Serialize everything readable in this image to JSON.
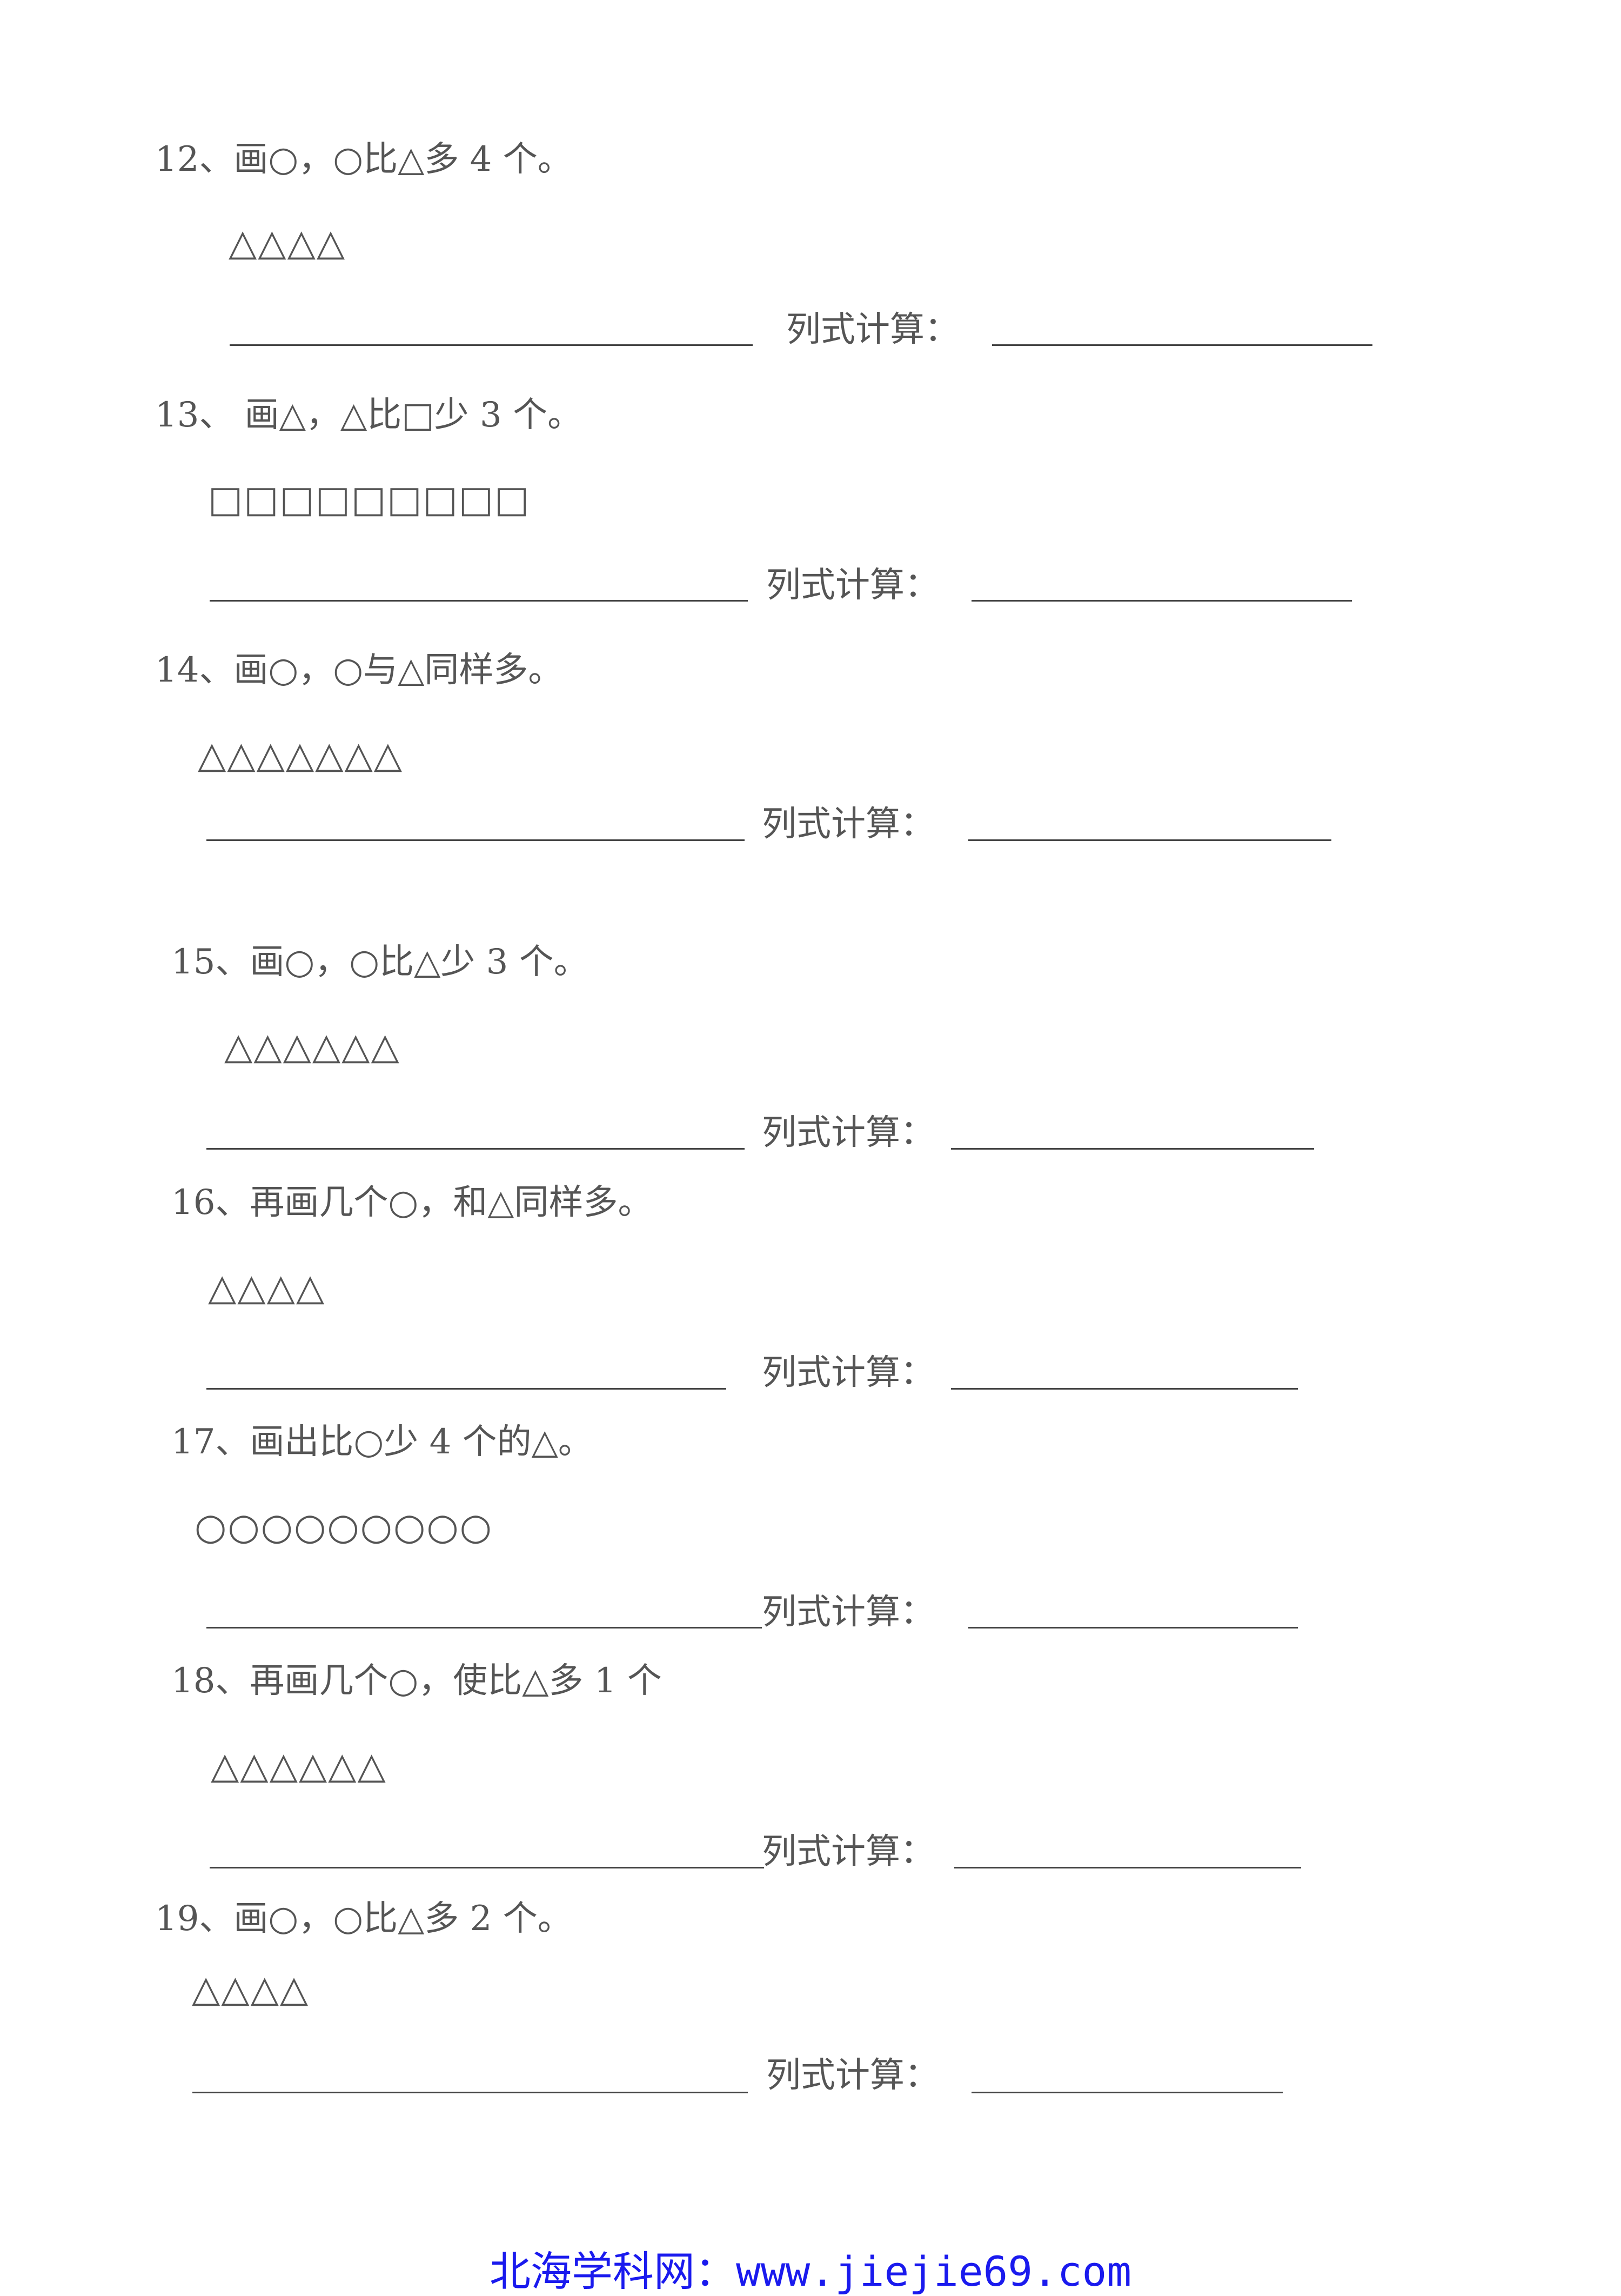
{
  "calc_label": "列式计算：",
  "questions": [
    {
      "prompt": "12、画○，○比△多 4 个。",
      "shapes": "△△△△"
    },
    {
      "prompt": "13、  画△，△比□少 3 个。",
      "shapes": "□□□□□□□□□"
    },
    {
      "prompt": "14、画○，○与△同样多。",
      "shapes": "△△△△△△△"
    },
    {
      "prompt": "15、画○，○比△少 3 个。",
      "shapes": "△△△△△△"
    },
    {
      "prompt": "16、再画几个○，和△同样多。",
      "shapes": "△△△△"
    },
    {
      "prompt": "17、画出比○少 4 个的△。",
      "shapes": "○○○○○○○○○"
    },
    {
      "prompt": "18、再画几个○，使比△多 1 个",
      "shapes": "△△△△△△"
    },
    {
      "prompt": "19、画○，○比△多 2 个。",
      "shapes": "△△△△"
    }
  ],
  "footer": {
    "site_name": "北海学科网：",
    "url": "www.jiejie69.com"
  },
  "colors": {
    "text": "#555555",
    "footer": "#1a1aee"
  }
}
